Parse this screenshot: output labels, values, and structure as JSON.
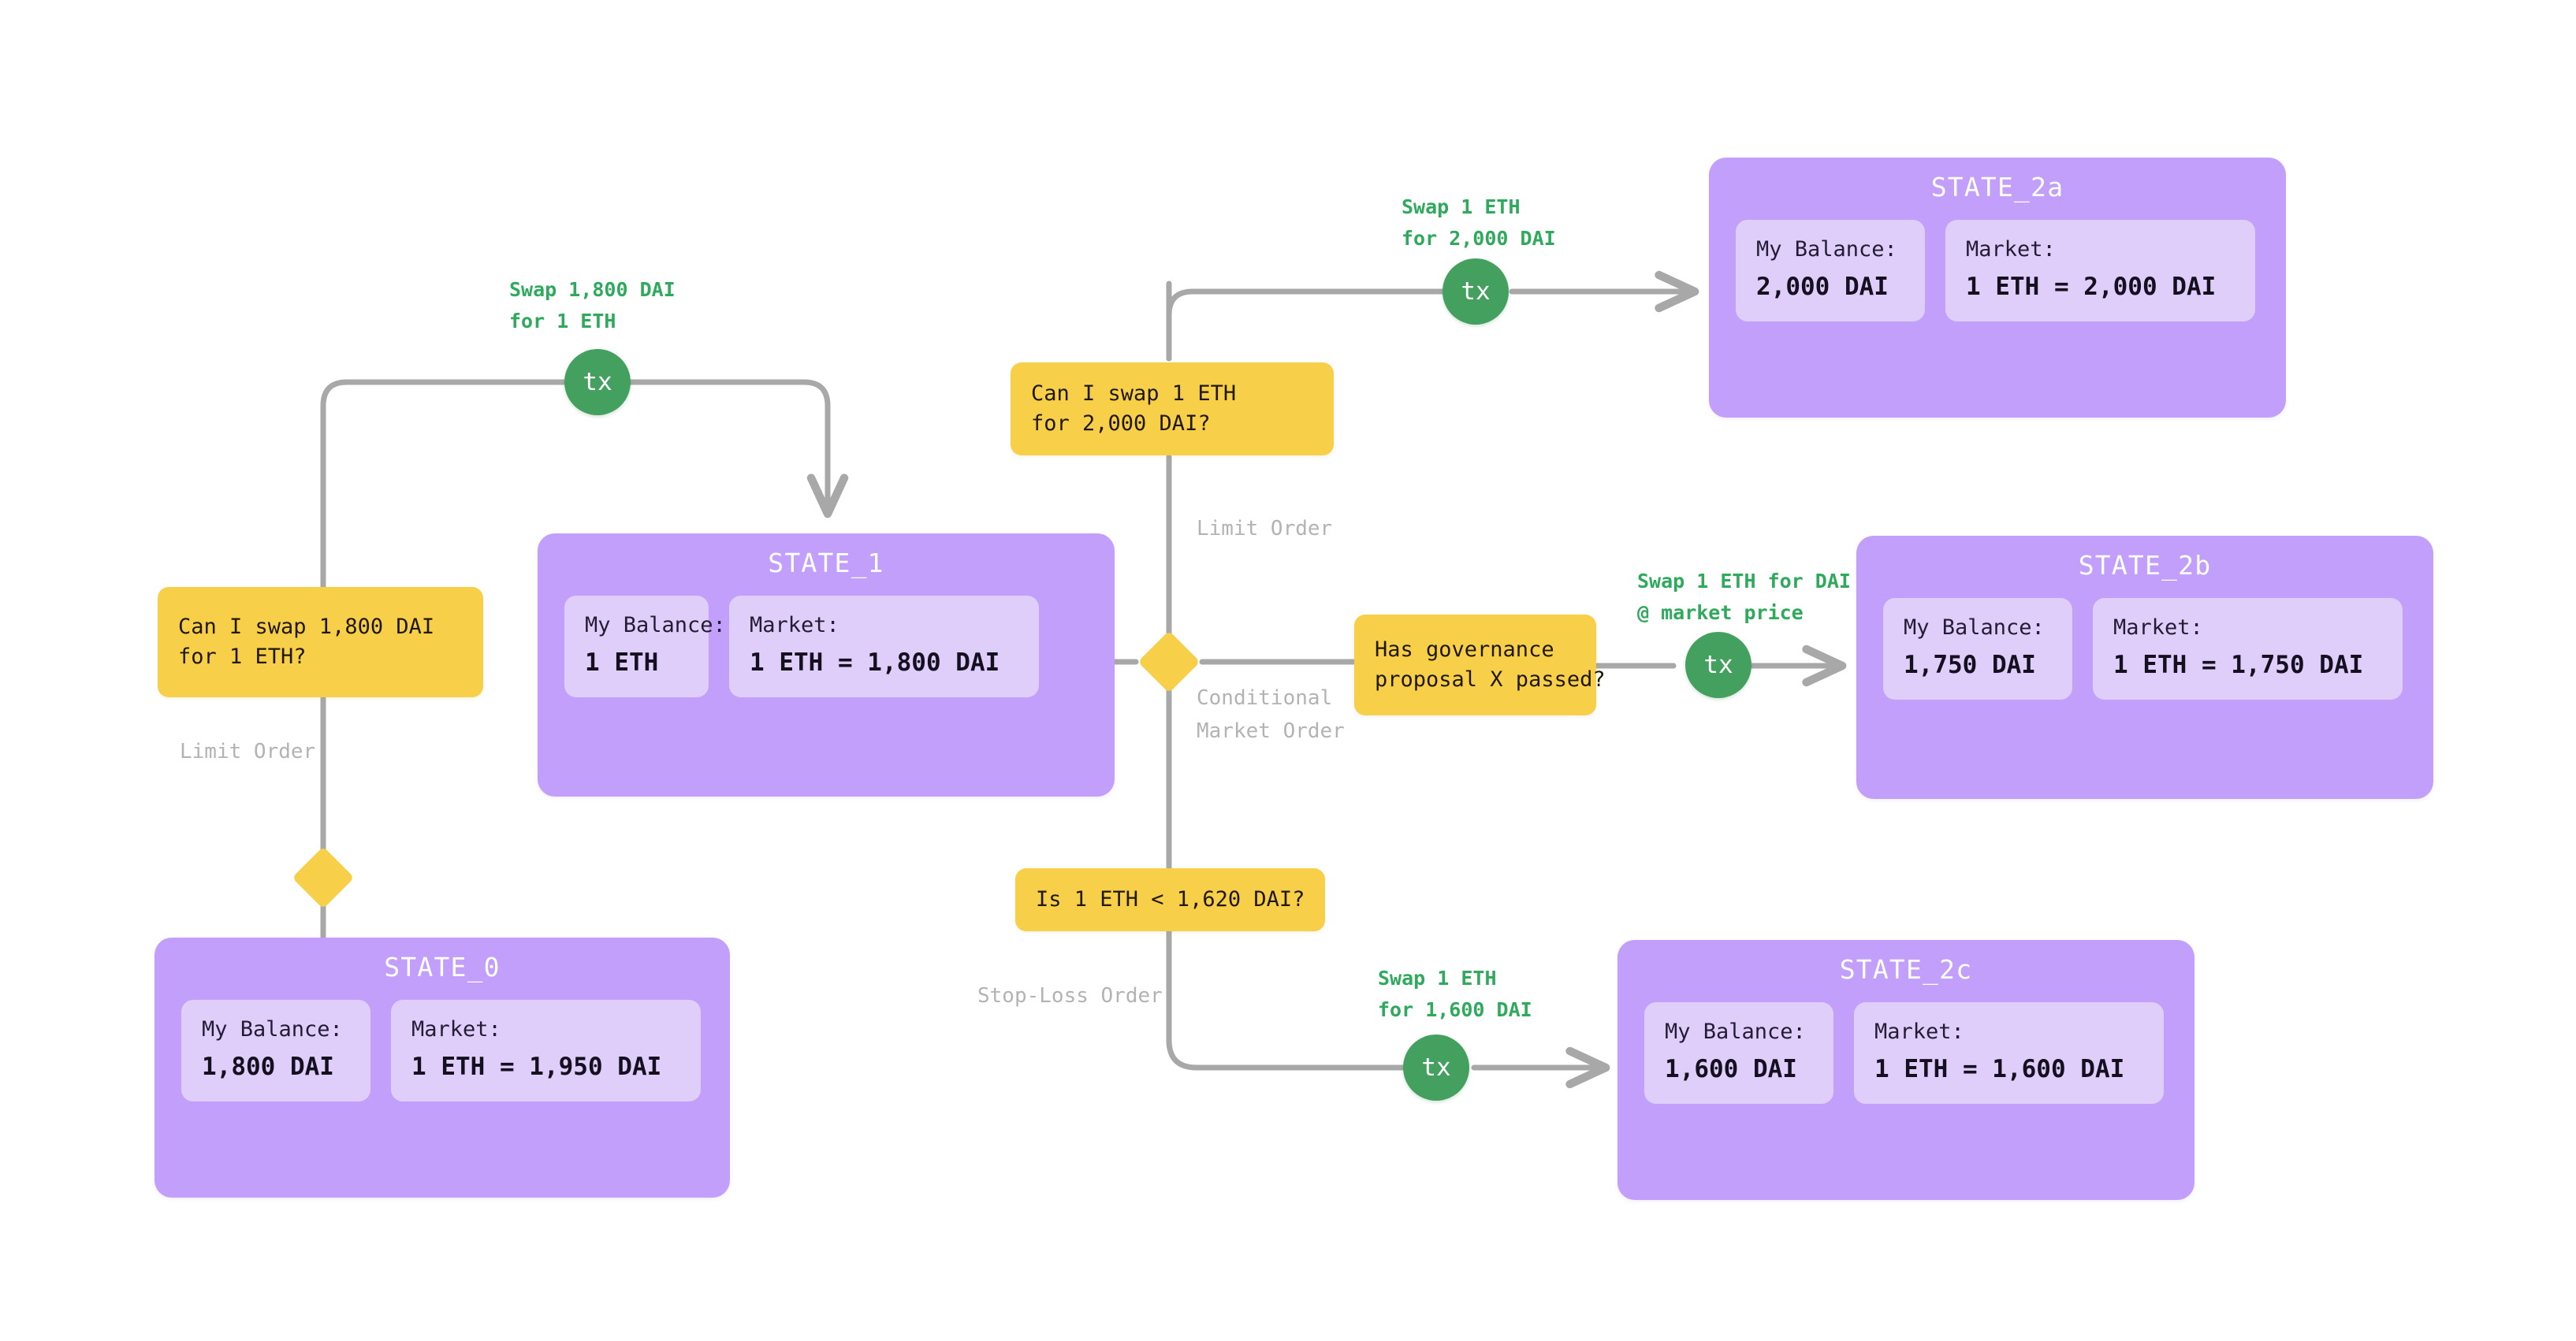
{
  "diagram": {
    "title": "DeFi Order Types State Transition Diagram",
    "colors": {
      "state_box": "#c19ffb",
      "state_card": "#dfcdfa",
      "question_box": "#f8cf49",
      "tx_node": "#43a05e",
      "edge": "#a8a8a8",
      "green_text": "#2faa5d",
      "gray_text": "#b3b3b3",
      "background": "#ffffff"
    }
  },
  "states": {
    "state_0": {
      "title": "STATE_0",
      "cards": [
        {
          "label": "My Balance:",
          "value": "1,800 DAI"
        },
        {
          "label": "Market:",
          "value": "1 ETH = 1,950 DAI"
        }
      ]
    },
    "state_1": {
      "title": "STATE_1",
      "cards": [
        {
          "label": "My Balance:",
          "value": "1 ETH"
        },
        {
          "label": "Market:",
          "value": "1 ETH = 1,800 DAI"
        }
      ]
    },
    "state_2a": {
      "title": "STATE_2a",
      "cards": [
        {
          "label": "My Balance:",
          "value": "2,000 DAI"
        },
        {
          "label": "Market:",
          "value": "1 ETH = 2,000 DAI"
        }
      ]
    },
    "state_2b": {
      "title": "STATE_2b",
      "cards": [
        {
          "label": "My Balance:",
          "value": "1,750 DAI"
        },
        {
          "label": "Market:",
          "value": "1 ETH = 1,750 DAI"
        }
      ]
    },
    "state_2c": {
      "title": "STATE_2c",
      "cards": [
        {
          "label": "My Balance:",
          "value": "1,600 DAI"
        },
        {
          "label": "Market:",
          "value": "1 ETH = 1,600 DAI"
        }
      ]
    }
  },
  "questions": {
    "q_swap_1800_dai": {
      "line1": "Can I swap 1,800 DAI",
      "line2": "for 1 ETH?"
    },
    "q_swap_1_eth": {
      "line1": "Can I swap 1 ETH",
      "line2": "for 2,000 DAI?"
    },
    "q_governance": {
      "line1": "Has governance",
      "line2": "proposal X passed?"
    },
    "q_stop_loss": {
      "line1": "Is 1 ETH < 1,620 DAI?",
      "line2": ""
    }
  },
  "tx_nodes": {
    "tx_1800_dai": "tx",
    "tx_2000_dai": "tx",
    "tx_market_price": "tx",
    "tx_1600_dai": "tx"
  },
  "tx_labels": {
    "swap_1800_dai": {
      "line1": "Swap 1,800 DAI",
      "line2": "for 1 ETH"
    },
    "swap_1_eth_2000": {
      "line1": "Swap 1 ETH",
      "line2": "for 2,000 DAI"
    },
    "swap_market": {
      "line1": "Swap 1 ETH for DAI",
      "line2": "@ market price"
    },
    "swap_1_eth_1600": {
      "line1": "Swap 1 ETH",
      "line2": "for 1,600 DAI"
    }
  },
  "order_labels": {
    "limit_order_left": {
      "line1": "Limit Order",
      "line2": ""
    },
    "limit_order_center": {
      "line1": "Limit Order",
      "line2": ""
    },
    "conditional_market_order": {
      "line1": "Conditional",
      "line2": "Market Order"
    },
    "stop_loss_order": {
      "line1": "Stop-Loss Order",
      "line2": ""
    }
  }
}
